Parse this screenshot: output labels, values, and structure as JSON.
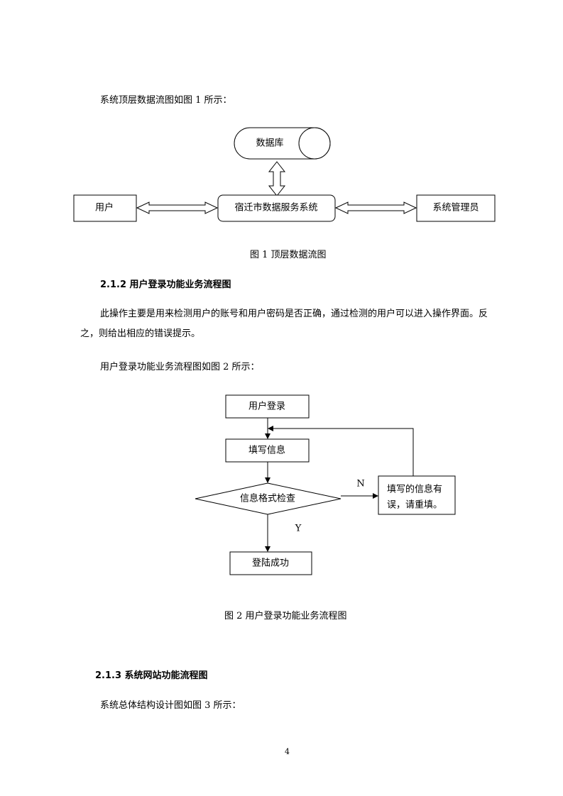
{
  "intro1": "系统顶层数据流图如图 1 所示：",
  "fig1": {
    "db": "数据库",
    "user": "用户",
    "system": "宿迁市数据服务系统",
    "admin": "系统管理员",
    "caption": "图 1 顶层数据流图"
  },
  "section212": {
    "heading": "2.1.2 用户登录功能业务流程图",
    "paragraph": "此操作主要是用来检测用户的账号和用户密码是否正确，通过检测的用户可以进入操作界面。反之，则给出相应的错误提示。",
    "intro": "用户登录功能业务流程图如图 2 所示："
  },
  "fig2": {
    "login": "用户登录",
    "fill": "填写信息",
    "check": "信息格式检查",
    "error_line1": "填写的信息有",
    "error_line2": "误，请重填。",
    "success": "登陆成功",
    "label_n": "N",
    "label_y": "Y",
    "caption": "图 2 用户登录功能业务流程图"
  },
  "section213": {
    "heading": "2.1.3 系统网站功能流程图",
    "intro": "系统总体结构设计图如图 3 所示："
  },
  "page_number": "4"
}
